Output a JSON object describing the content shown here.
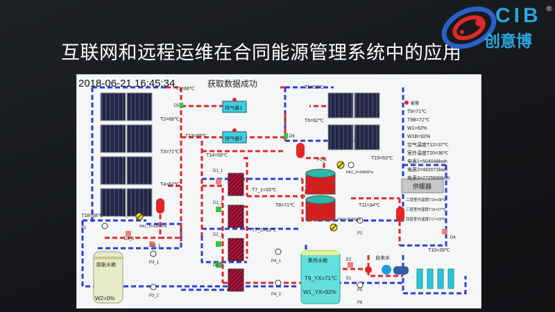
{
  "slide": {
    "title": "互联网和远程运维在合同能源管理系统中的应用"
  },
  "logo": {
    "brand": "CIB",
    "cn_name": "创意博",
    "reg_mark": "®"
  },
  "colors": {
    "hot_pipe": "#e32626",
    "cold_pipe": "#2a3fd6",
    "accent": "#29a8e0"
  },
  "scada": {
    "datetime": "2018-06-21 16:45:34",
    "status": "获取数据成功",
    "temps": {
      "t1": "T1=66℃",
      "t2": "T2=68℃",
      "t3": "T3=71℃",
      "t4": "T4=62℃",
      "t5": "T5=59℃",
      "t6": "T6=62℃",
      "t7_1": "T7_1=33℃",
      "t7_2": "T7_2=33℃",
      "t8": "T8=71℃",
      "t10": "T10=39℃",
      "t11": "T11=34℃",
      "t13": "T13=69℃",
      "t14": "T14=59℃",
      "t18": "T18=68℃",
      "t19": "T19=63℃"
    },
    "pressures": {
      "pa1_1": "PA1_1=326KPa",
      "pa1_2": "PA1_2=246KPa",
      "pa2": "PA2=306KPa"
    },
    "equipment": {
      "exhaust1": "排气器1",
      "exhaust2": "排气器2",
      "expansion_tank": "膨胀水箱",
      "expansion_w2": "W2=0%",
      "collect_tank": "集热水箱",
      "collect_t9": "T9_YX=71℃",
      "collect_w1": "W1_YX=92%",
      "heater": "供暖器",
      "tap_water": "自来水"
    },
    "labels": {
      "d1_1": "D1_1",
      "d1_2": "D1_2",
      "d2_1": "D2_1",
      "d2_2": "D2_2",
      "d3_1": "D3_1",
      "d3_2": "D3_2",
      "d4": "D4",
      "d5": "D5",
      "d6": "D6",
      "p1": "P1",
      "p1_1": "P1_1",
      "p1_2": "P1_2",
      "p2": "P2",
      "p3_1": "P3_1",
      "p3_2": "P3_2",
      "p4_1": "P4_1",
      "p4_2": "P4_2",
      "p5": "P5",
      "p6": "P6",
      "e1": "E1",
      "e2": "E2"
    },
    "alarm": "报警",
    "readings": [
      "T9=71℃",
      "T9B=72℃",
      "W1=92%",
      "W1B=92%",
      "空气温度T12=37℃",
      "室外温度T20=36℃",
      "电表1=504048kwh",
      "电表2=482072kwh",
      "电表3=2725690kwh"
    ],
    "room_temps": [
      "二层室内温度T15=28℃",
      "三层室内温度T16=27℃",
      "四层室内温度T17=29℃"
    ]
  }
}
